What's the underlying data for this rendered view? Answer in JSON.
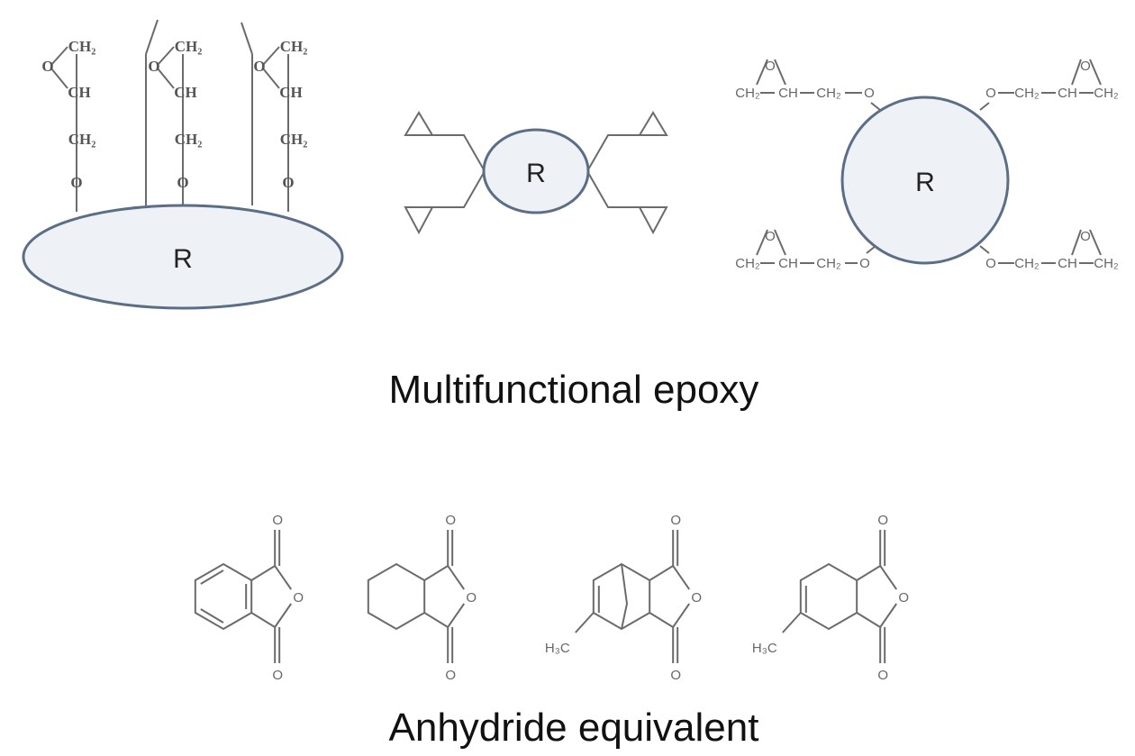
{
  "diagram": {
    "core_label": "R",
    "labels": {
      "ch2": "CH₂",
      "ch": "CH",
      "o": "O",
      "ch3_left": "H₃C",
      "ring_o": "O",
      "carbonyl_o": "O"
    },
    "captions": {
      "epoxy": "Multifunctional epoxy",
      "anhydride": "Anhydride equivalent"
    },
    "colors": {
      "core_fill": "#eef2f7",
      "core_stroke": "#5b6e86",
      "bond": "#6b6b6b"
    }
  }
}
